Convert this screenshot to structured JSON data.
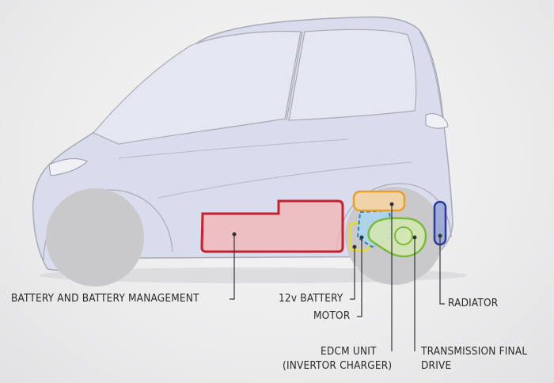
{
  "labels": {
    "battery_management": "BATTERY AND BATTERY MANAGEMENT",
    "battery_12v": "12v BATTERY",
    "motor": "MOTOR",
    "edcm_line1": "EDCM UNIT",
    "edcm_line2": "(INVERTOR CHARGER)",
    "radiator": "RADIATOR",
    "transmission_line1": "TRANSMISSION FINAL",
    "transmission_line2": "DRIVE"
  },
  "colors": {
    "car_body": "#d9dcec",
    "car_outline": "#a9a9b3",
    "wheel": "#c9c9cc",
    "battery_fill": "#f3b5b5",
    "battery_stroke": "#c8202a",
    "edcm_fill": "#f4d4a3",
    "edcm_stroke": "#e8a02a",
    "motor_fill": "#a9d6ee",
    "motor_stroke": "#1e88c8",
    "battery12v_stroke": "#e6df2a",
    "transmission_fill": "#d3e7b4",
    "transmission_stroke": "#7cb83a",
    "radiator_fill": "#9aa6d6",
    "radiator_stroke": "#2a3a9a",
    "leader": "#333333"
  }
}
